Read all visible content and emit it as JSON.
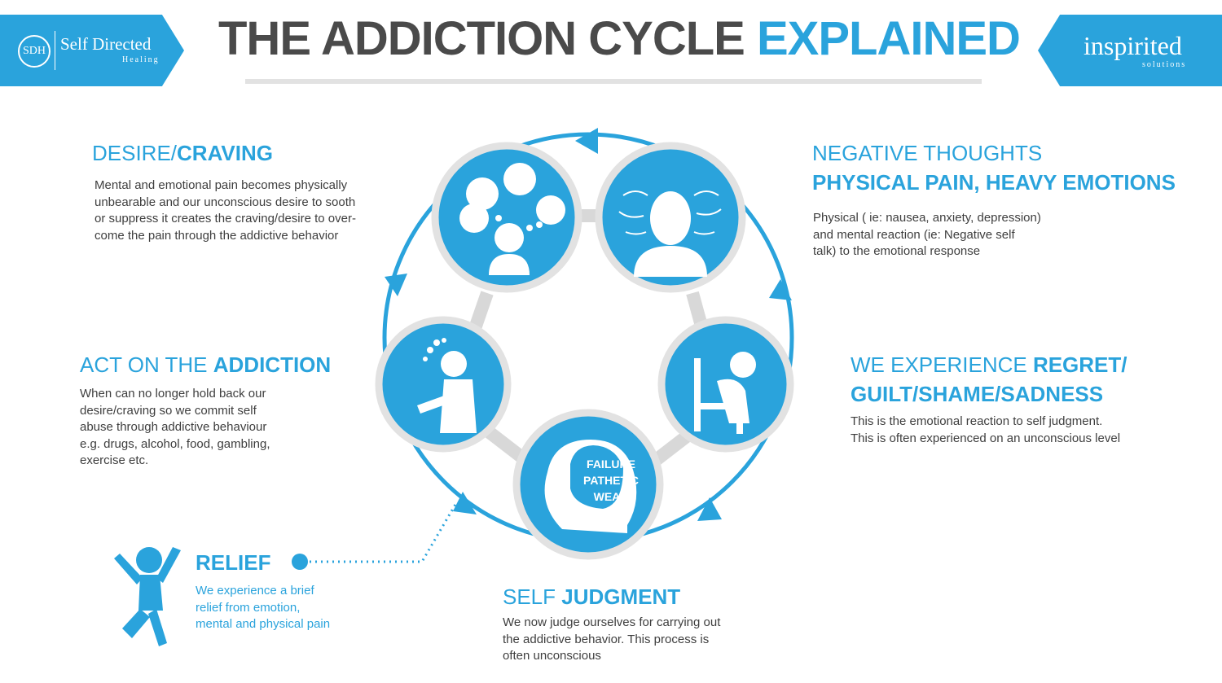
{
  "header": {
    "title_main": "THE ADDICTION CYCLE ",
    "title_accent": "EXPLAINED",
    "logo_left": {
      "mark": "SDH",
      "name": "Self Directed",
      "sub": "Healing"
    },
    "logo_right": {
      "name": "inspirited",
      "sub": "solutions"
    }
  },
  "colors": {
    "accent": "#2aa3dc",
    "ring": "#e0e0e0",
    "text": "#3e3e3e"
  },
  "stages": {
    "desire": {
      "title_light": "DESIRE/",
      "title_bold": "CRAVING",
      "lines": [
        "Mental and emotional pain becomes physically",
        "unbearable and our unconscious desire to sooth",
        "or suppress it creates the craving/desire to over-",
        "come the pain through the addictive behavior"
      ]
    },
    "negative": {
      "title_line1": "NEGATIVE THOUGHTS",
      "title_line2": "PHYSICAL PAIN, HEAVY EMOTIONS",
      "lines": [
        "Physical ( ie: nausea, anxiety, depression)",
        "and mental reaction (ie: Negative self",
        "talk) to the emotional response"
      ]
    },
    "act": {
      "title_light": "ACT ON THE ",
      "title_bold": "ADDICTION",
      "lines": [
        "When can no longer hold back our",
        "desire/craving so we commit self",
        "abuse through addictive behaviour",
        "e.g. drugs, alcohol, food, gambling,",
        "exercise etc."
      ]
    },
    "regret": {
      "title_light": "WE EXPERIENCE ",
      "title_bold": "REGRET/",
      "title_line2": "GUILT/SHAME/SADNESS",
      "lines": [
        "This is the emotional reaction to self judgment.",
        "This is often experienced on an unconscious level"
      ]
    },
    "judgment": {
      "title_light": "SELF ",
      "title_bold": "JUDGMENT",
      "lines": [
        "We now judge ourselves for carrying out",
        "the addictive behavior. This process is",
        "often unconscious"
      ],
      "head_words": [
        "FAILURE",
        "PATHETIC",
        "WEAK"
      ]
    },
    "relief": {
      "title": "RELIEF",
      "lines": [
        "We experience a brief",
        "relief from emotion,",
        "mental and physical pain"
      ]
    }
  }
}
